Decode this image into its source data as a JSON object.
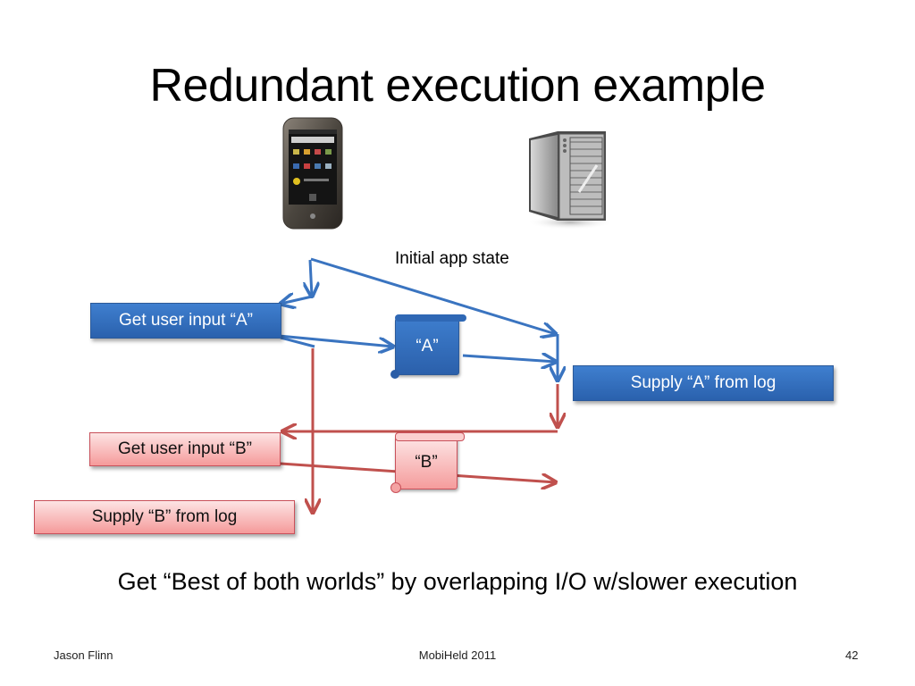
{
  "slide": {
    "title": "Redundant execution example",
    "initial_state_label": "Initial app state",
    "blue_boxes": {
      "get_input_a": "Get user input “A”",
      "supply_a": "Supply “A” from log",
      "log_a": "“A”"
    },
    "red_boxes": {
      "get_input_b": "Get user input “B”",
      "supply_b": "Supply “B” from log",
      "log_b": "“B”"
    },
    "caption": "Get “Best of both worlds” by overlapping I/O w/slower execution",
    "icons": [
      "smartphone-icon",
      "server-icon"
    ],
    "colors": {
      "blue": "#3a74c0",
      "red": "#c0504d"
    }
  },
  "footer": {
    "author": "Jason Flinn",
    "event": "MobiHeld 2011",
    "page_number": "42"
  }
}
